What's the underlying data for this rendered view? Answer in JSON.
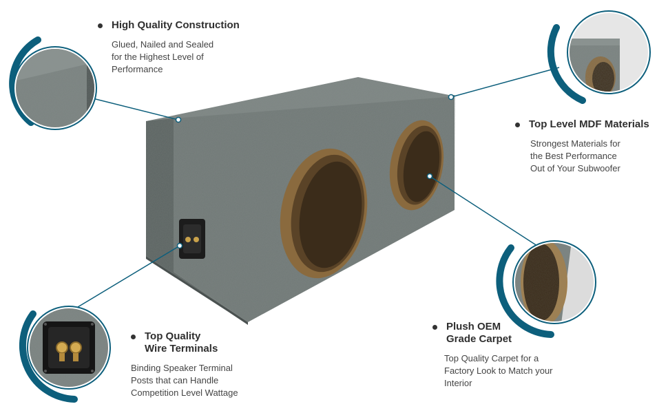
{
  "colors": {
    "accent": "#0d5f7c",
    "accent_light": "#5fa2b9",
    "carpet": "#6f7775",
    "carpet_dark": "#4c5352",
    "wood": "#a07f4e"
  },
  "features": {
    "construction": {
      "title": "High Quality Construction",
      "description": "Glued, Nailed and Sealed\nfor the Highest Level of\nPerformance"
    },
    "mdf": {
      "title": "Top Level MDF Materials",
      "description": "Strongest Materials for\nthe Best Performance\nOut of  Your Subwoofer"
    },
    "terminals": {
      "title": "Top Quality\nWire Terminals",
      "description": "Binding Speaker Terminal\nPosts that can Handle\nCompetition Level Wattage"
    },
    "carpet": {
      "title": "Plush OEM\nGrade Carpet",
      "description": "Top Quality Carpet for a\nFactory Look to Match your\nInterior"
    }
  }
}
